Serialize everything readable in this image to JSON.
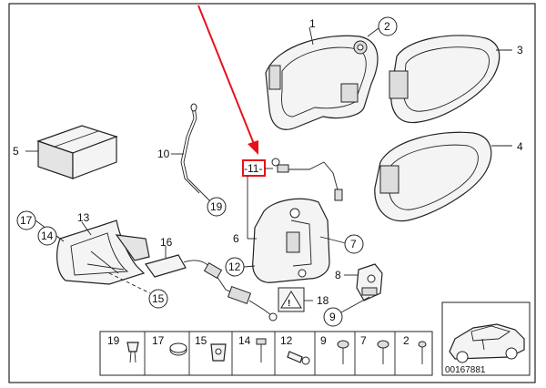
{
  "callouts": {
    "p1": "1",
    "p2": "2",
    "p3": "3",
    "p4": "4",
    "p5": "5",
    "p6": "6",
    "p7": "7",
    "p8": "8",
    "p9": "9",
    "p10": "10",
    "p11": "-11-",
    "p12": "12",
    "p13": "13",
    "p14": "14",
    "p15": "15",
    "p16": "16",
    "p17": "17",
    "p18": "18",
    "p19": "19"
  },
  "parts_strip": [
    "19",
    "17",
    "15",
    "14",
    "12",
    "9",
    "7",
    "2"
  ],
  "diagram_id": "00167881",
  "colors": {
    "arrow": "#e8111b",
    "highlight": "#e8111b",
    "line": "#222222"
  }
}
